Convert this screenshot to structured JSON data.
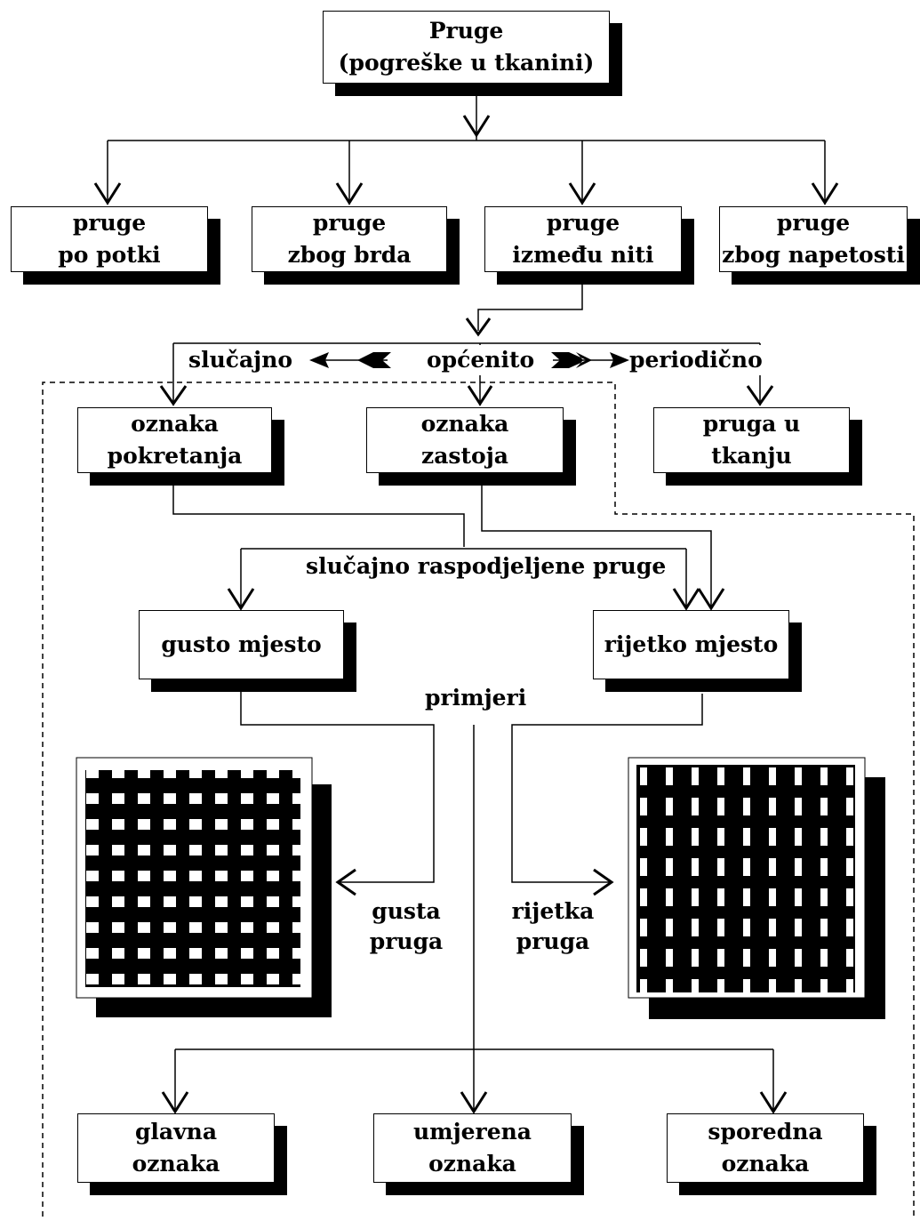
{
  "root": {
    "line1": "Pruge",
    "line2": "(pogreške u tkanini)"
  },
  "level1": [
    {
      "line1": "pruge",
      "line2": "po potki"
    },
    {
      "line1": "pruge",
      "line2": "zbog brda"
    },
    {
      "line1": "pruge",
      "line2": "između niti"
    },
    {
      "line1": "pruge",
      "line2": "zbog napetosti"
    }
  ],
  "branch": {
    "left": "slučajno",
    "center": "općenito",
    "right": "periodično"
  },
  "level2": [
    {
      "line1": "oznaka",
      "line2": "pokretanja"
    },
    {
      "line1": "oznaka",
      "line2": "zastoja"
    },
    {
      "line1": "pruga u",
      "line2": "tkanju"
    }
  ],
  "random_label": "slučajno raspodjeljene pruge",
  "level3": [
    {
      "label": "gusto mjesto"
    },
    {
      "label": "rijetko mjesto"
    }
  ],
  "examples_label": "primjeri",
  "dense_label": {
    "line1": "gusta",
    "line2": "pruga"
  },
  "sparse_label": {
    "line1": "rijetka",
    "line2": "pruga"
  },
  "level4": [
    {
      "line1": "glavna",
      "line2": "oznaka"
    },
    {
      "line1": "umjerena",
      "line2": "oznaka"
    },
    {
      "line1": "sporedna",
      "line2": "oznaka"
    }
  ]
}
